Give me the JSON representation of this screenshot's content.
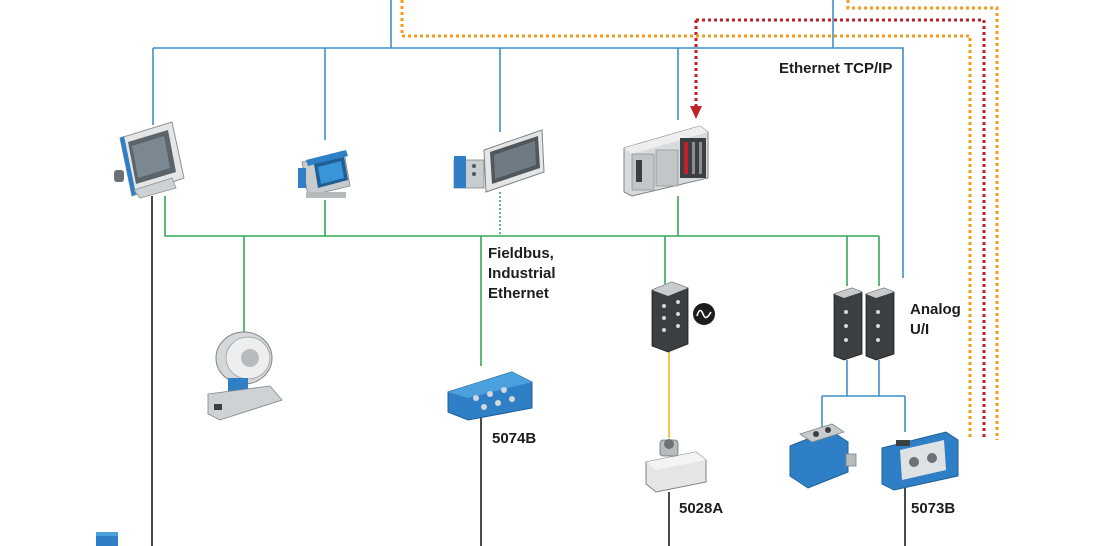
{
  "labels": {
    "ethernet": "Ethernet TCP/IP",
    "fieldbus_line1": "Fieldbus,",
    "fieldbus_line2": "Industrial",
    "fieldbus_line3": "Ethernet",
    "analog_line1": "Analog",
    "analog_line2": "U/I",
    "model_5074b": "5074B",
    "model_5028a": "5028A",
    "model_5073b": "5073B"
  },
  "colors": {
    "ethernet_line": "#3d8fc9",
    "fieldbus_line": "#34a853",
    "signal_line": "#f0b429",
    "cable": "#1d1d1b",
    "dotted_red": "#c0202a",
    "dotted_orange": "#f29b1d",
    "device_blue": "#2f7fc6",
    "device_grey": "#c9ccce"
  },
  "icons": [
    "touch-panel-icon",
    "compact-hmi-icon",
    "industrial-pc-monitor-icon",
    "controller-io-rack-icon",
    "torque-flange-sensor-icon",
    "fieldbus-coupler-icon",
    "io-module-icon",
    "digital-signal-icon",
    "analog-io-module-icon",
    "signal-conditioner-icon",
    "rotating-torque-sensor-icon",
    "charge-amplifier-icon"
  ]
}
